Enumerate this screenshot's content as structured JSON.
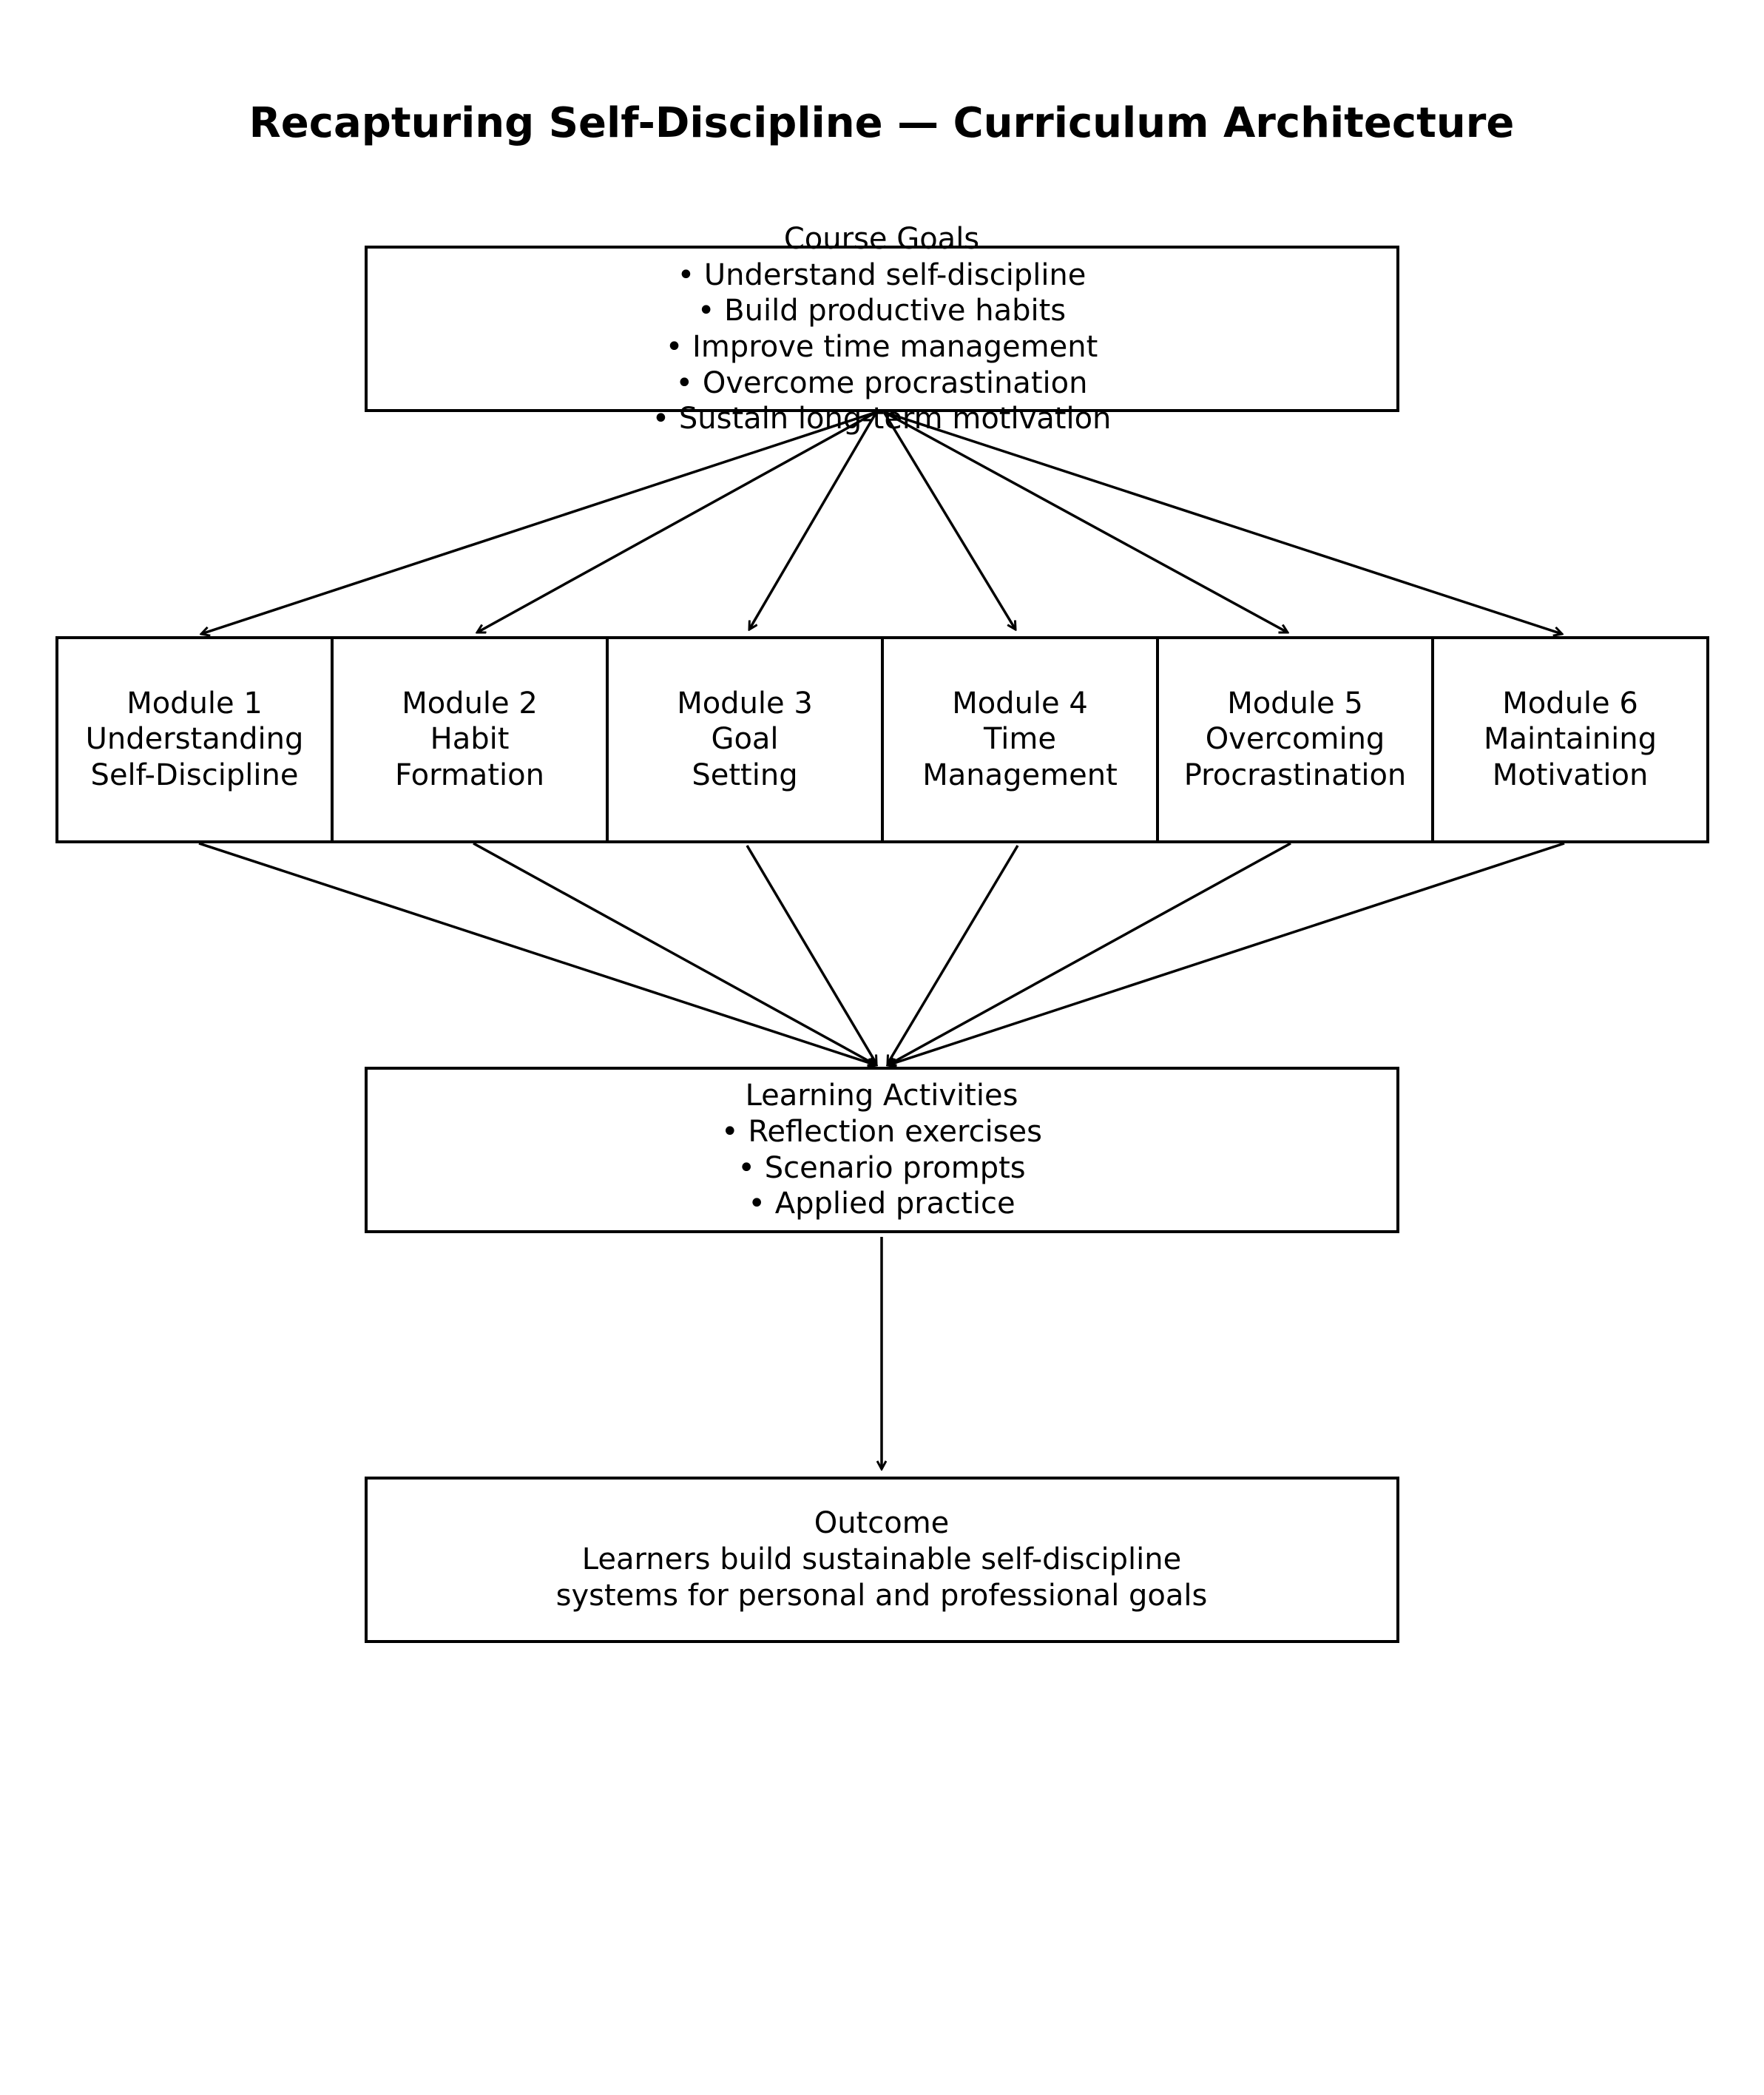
{
  "title": "Recapturing Self-Discipline — Curriculum Architecture",
  "goals": {
    "heading": "Course Goals",
    "items": [
      "• Understand self-discipline",
      "• Build productive habits",
      "• Improve time management",
      "• Overcome procrastination",
      "• Sustain long-term motivation"
    ]
  },
  "modules": [
    {
      "lines": [
        "Module 1",
        "Understanding",
        "Self-Discipline"
      ]
    },
    {
      "lines": [
        "Module 2",
        "Habit",
        "Formation"
      ]
    },
    {
      "lines": [
        "Module 3",
        "Goal",
        "Setting"
      ]
    },
    {
      "lines": [
        "Module 4",
        "Time",
        "Management"
      ]
    },
    {
      "lines": [
        "Module 5",
        "Overcoming",
        "Procrastination"
      ]
    },
    {
      "lines": [
        "Module 6",
        "Maintaining",
        "Motivation"
      ]
    }
  ],
  "activities": {
    "heading": "Learning Activities",
    "items": [
      "• Reflection exercises",
      "• Scenario prompts",
      "• Applied practice"
    ]
  },
  "outcome": {
    "heading": "Outcome",
    "lines": [
      "Learners build sustainable self-discipline",
      "systems for personal and professional goals"
    ]
  },
  "colors": {
    "stroke": "#000000",
    "text": "#000000",
    "background": "#ffffff"
  }
}
